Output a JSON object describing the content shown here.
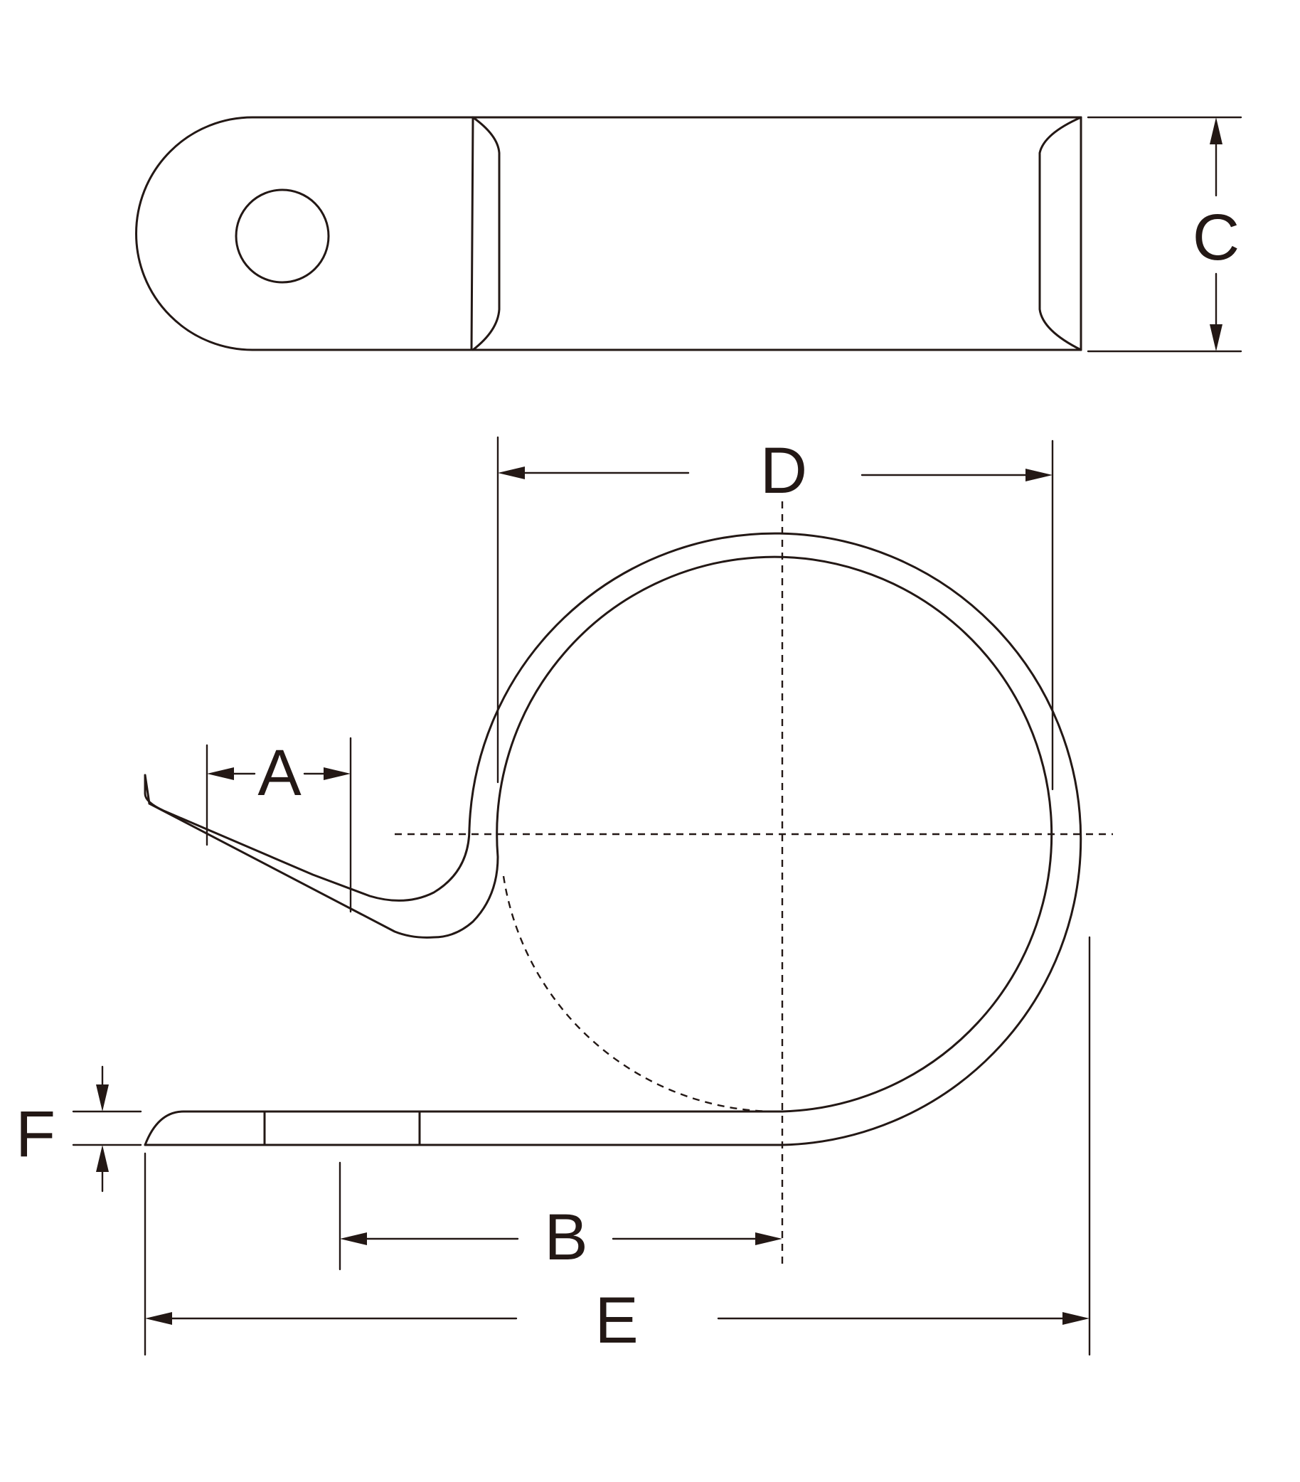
{
  "dimension_labels": {
    "a": "A",
    "b": "B",
    "c": "C",
    "d": "D",
    "e": "E",
    "f": "F"
  },
  "colors": {
    "line": "#231815",
    "background": "#ffffff"
  }
}
